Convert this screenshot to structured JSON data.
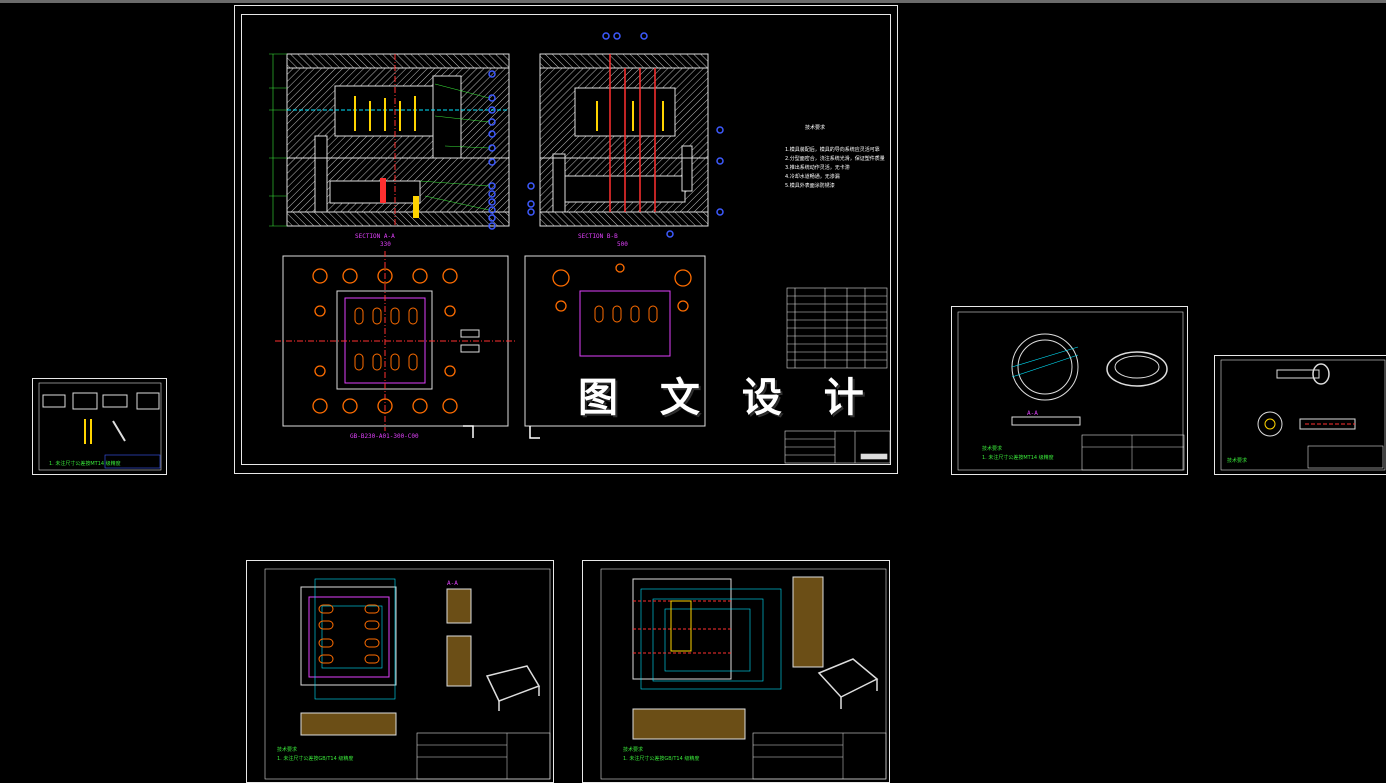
{
  "watermark": "图 文 设 计",
  "main_sheet": {
    "section_aa": "SECTION A-A",
    "section_bb": "SECTION B-B",
    "tech_req_title": "技术要求",
    "tech_req_lines": [
      "1.模具装配后，模具的导向系统应灵活可靠",
      "2.分型面密合，浇注系统光滑，保证塑件质量",
      "3.推出系统动作灵活，无卡滞",
      "4.冷却水道畅通，无渗漏",
      "5.模具外表面涂防锈漆"
    ],
    "dim_top_left": "330",
    "dim_top_right": "500",
    "plan_label": "GB-B230-A01-300-C00"
  },
  "part_sheet_a": {
    "note_title": "技术要求",
    "note_line": "1. 未注尺寸公差按MT14 级精度"
  },
  "part_sheet_b": {
    "note_title": "技术要求",
    "note_line": "1. 未注尺寸公差按MT14 级精度"
  },
  "cavity_sheet": {
    "note_title": "技术要求",
    "note_line": "1. 未注尺寸公差按GB/T14 级精度"
  },
  "core_sheet": {
    "note_title": "技术要求",
    "note_line": "1. 未注尺寸公差按GB/T14 级精度"
  },
  "colors": {
    "background": "#000000",
    "frame": "#e8e8e8",
    "magenta": "#e040fb",
    "green": "#39e639",
    "cyan": "#00e5ff",
    "yellow": "#ffd400",
    "blue": "#3d5afe",
    "red": "#ff3030"
  }
}
